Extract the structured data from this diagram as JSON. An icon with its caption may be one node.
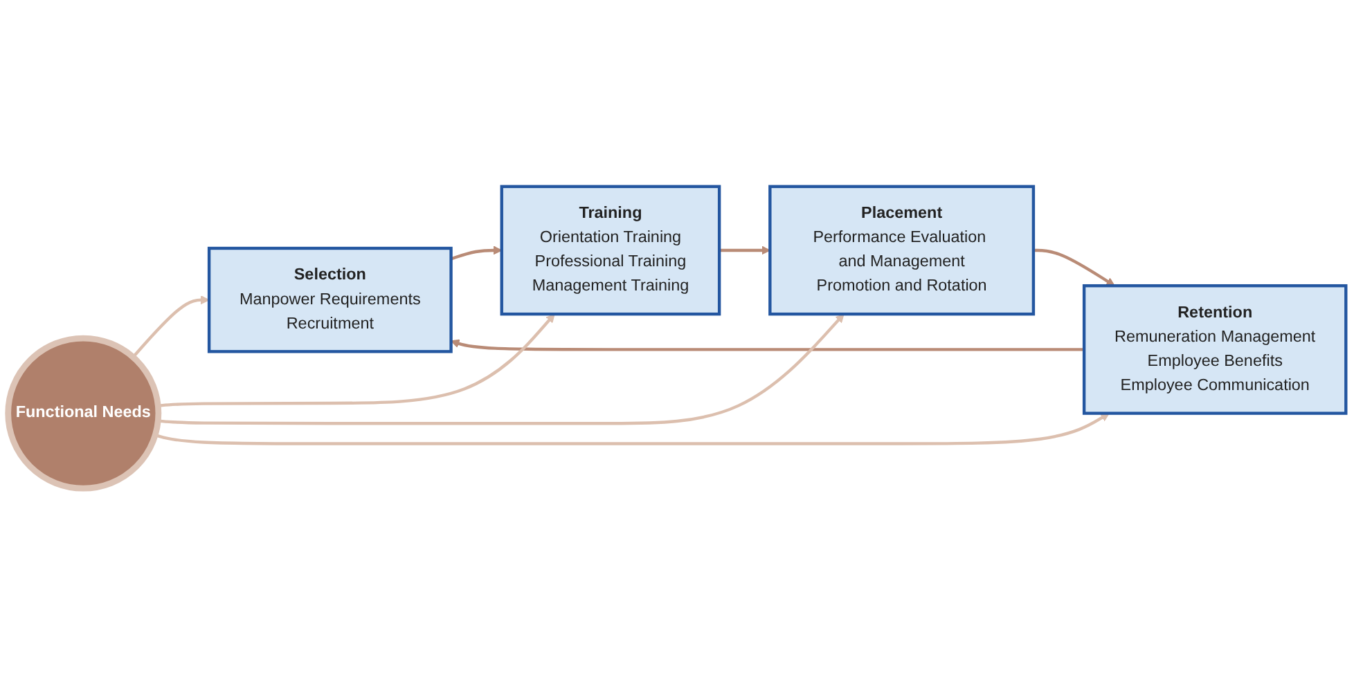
{
  "diagram": {
    "nodes": [
      {
        "text": [
          "Selection",
          "Manpower Requirements",
          "Recruitment"
        ]
      },
      {
        "text": [
          "Retention",
          "Remuneration Management",
          "Employee Benefits",
          "Employee Communication"
        ]
      },
      {
        "text": [
          "Functional Needs"
        ]
      },
      {
        "text": [
          "Training",
          "Orientation Training",
          "Professional Training",
          "Management Training"
        ]
      },
      {
        "text": [
          "Placement",
          "Performance Evaluation and Management",
          "Promotion and Rotation"
        ]
      }
    ],
    "edges": [
      {
        "from": 1,
        "to": 0,
        "arrow": "to"
      },
      {
        "from": 0,
        "to": 3,
        "arrow": "to"
      },
      {
        "from": 3,
        "to": 4,
        "arrow": "to"
      },
      {
        "from": 4,
        "to": 1,
        "arrow": "to"
      },
      {
        "from": 2,
        "to": 0,
        "arrow": "to",
        "color": "#dcbfae"
      },
      {
        "from": 2,
        "to": 3,
        "arrow": "to",
        "color": "#dcbfae"
      },
      {
        "from": 2,
        "to": 4,
        "arrow": "to",
        "color": "#dcbfae"
      },
      {
        "from": 2,
        "to": 1,
        "arrow": "to",
        "color": "#dcbfae"
      }
    ]
  }
}
